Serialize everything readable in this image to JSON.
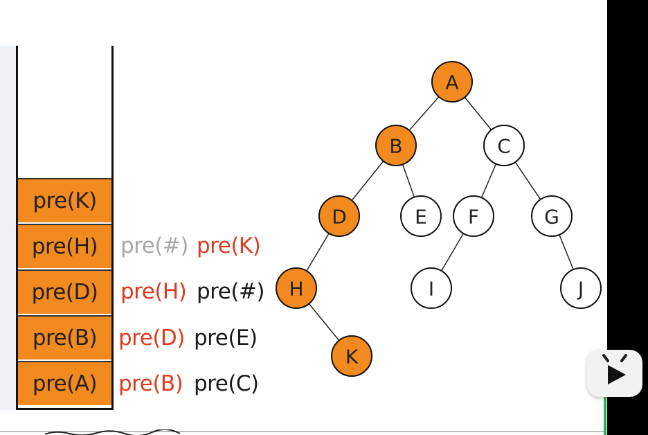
{
  "stack": {
    "frames": [
      "pre(K)",
      "pre(H)",
      "pre(D)",
      "pre(B)",
      "pre(A)"
    ]
  },
  "calls": [
    {
      "first": "pre(#)",
      "second": "pre(K)"
    },
    {
      "first": "pre(H)",
      "second": "pre(#)"
    },
    {
      "first": "pre(D)",
      "second": "pre(E)"
    },
    {
      "first": "pre(B)",
      "second": "pre(C)"
    }
  ],
  "tree": {
    "nodes": [
      "A",
      "B",
      "C",
      "D",
      "E",
      "F",
      "G",
      "H",
      "I",
      "J",
      "K"
    ],
    "highlighted": [
      "A",
      "B",
      "D",
      "H",
      "K"
    ],
    "edges": [
      [
        "A",
        "B"
      ],
      [
        "A",
        "C"
      ],
      [
        "B",
        "D"
      ],
      [
        "B",
        "E"
      ],
      [
        "C",
        "F"
      ],
      [
        "C",
        "G"
      ],
      [
        "D",
        "H"
      ],
      [
        "F",
        "I"
      ],
      [
        "G",
        "J"
      ],
      [
        "H",
        "K"
      ]
    ]
  },
  "colors": {
    "highlight": "#f28a1f",
    "red_text": "#e03a1e",
    "gray_text": "#a8a8a8",
    "black_text": "#1a1a1a"
  },
  "icons": {
    "player_badge": "play-icon"
  }
}
